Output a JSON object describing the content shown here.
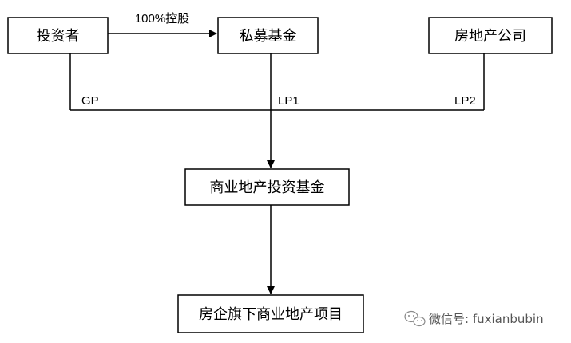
{
  "nodes": {
    "investor": "投资者",
    "pe_fund": "私募基金",
    "developer": "房地产公司",
    "commercial_fund": "商业地产投资基金",
    "project": "房企旗下商业地产项目"
  },
  "edges": {
    "holding": "100%控股",
    "gp": "GP",
    "lp1": "LP1",
    "lp2": "LP2"
  },
  "watermark": {
    "text": "微信号: fuxianbubin",
    "icon": "wechat-icon"
  }
}
